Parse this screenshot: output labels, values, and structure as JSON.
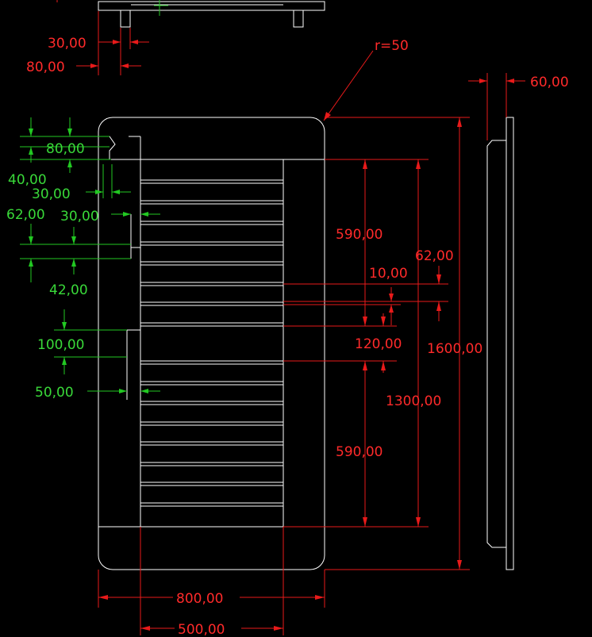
{
  "drawing": {
    "colors": {
      "background": "#000000",
      "geometry": "#ffffff",
      "dimension_red": "#ff2a2a",
      "dimension_green": "#39d939"
    },
    "labels": {
      "top_30": "30,00",
      "top_80": "80,00",
      "radius": "r=50",
      "side_60": "60,00",
      "overall_800": "800,00",
      "inner_500": "500,00",
      "height_1600": "1600,00",
      "height_1300": "1300,00",
      "upper_590": "590,00",
      "lower_590": "590,00",
      "gap_120": "120,00",
      "slat_10": "10,00",
      "slat_62": "62,00",
      "g_80": "80,00",
      "g_40": "40,00",
      "g_30a": "30,00",
      "g_62": "62,00",
      "g_30b": "30,00",
      "g_42": "42,00",
      "g_100": "100,00",
      "g_50": "50,00"
    }
  }
}
